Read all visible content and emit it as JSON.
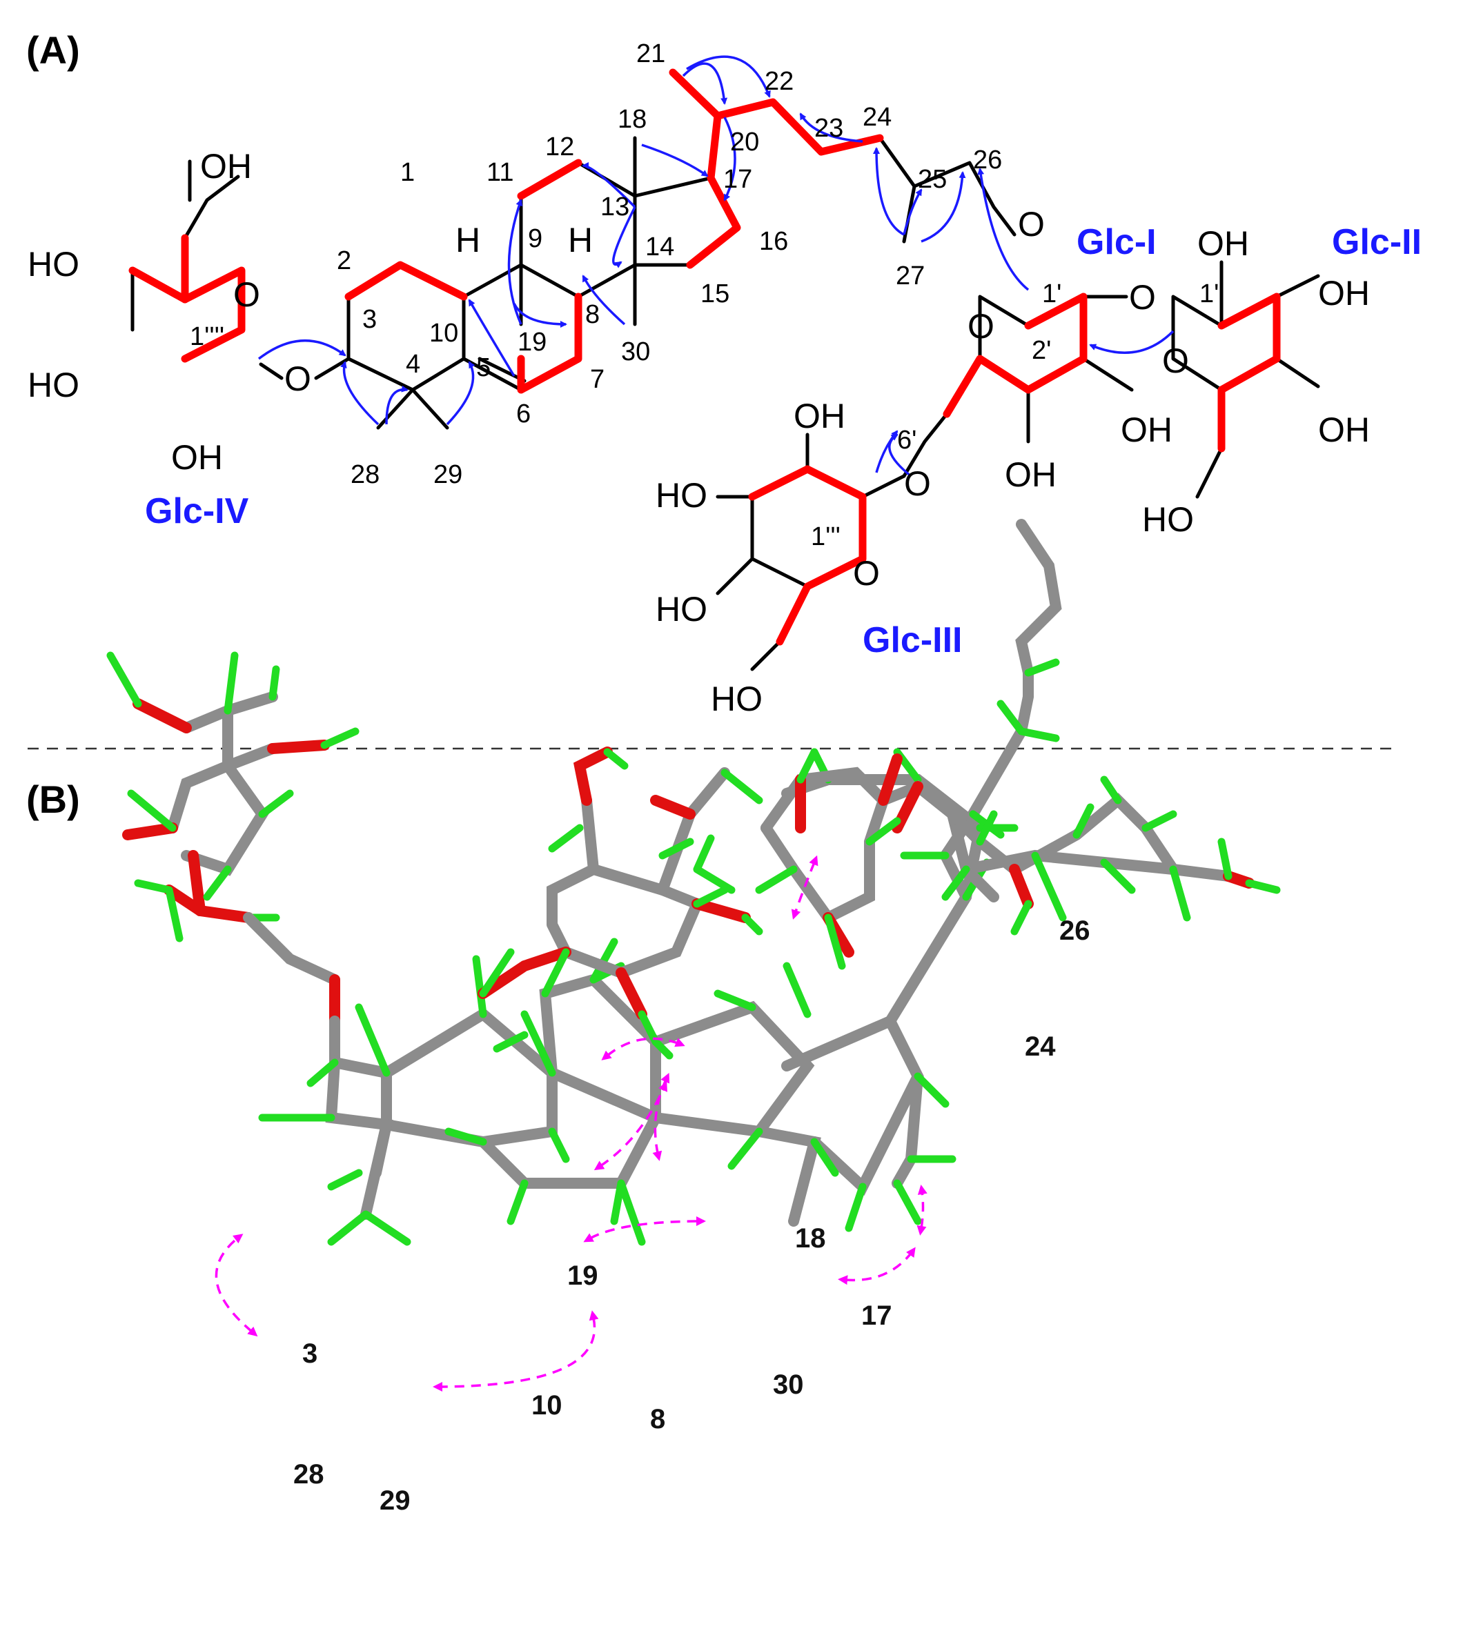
{
  "panels": {
    "a": "(A)",
    "b": "(B)"
  },
  "sugars": {
    "glc1": "Glc-I",
    "glc2": "Glc-II",
    "glc3": "Glc-III",
    "glc4": "Glc-IV"
  },
  "atoms": {
    "OH": "OH",
    "HO": "HO",
    "O": "O",
    "H": "H"
  },
  "numbering_a": [
    "1",
    "2",
    "3",
    "4",
    "5",
    "6",
    "7",
    "8",
    "9",
    "10",
    "11",
    "12",
    "13",
    "14",
    "15",
    "16",
    "17",
    "18",
    "19",
    "20",
    "21",
    "22",
    "23",
    "24",
    "25",
    "26",
    "27",
    "28",
    "29",
    "30",
    "1'",
    "2'",
    "6'",
    "1''",
    "1'''",
    "1''''"
  ],
  "numbering_b": [
    "3",
    "10",
    "8",
    "17",
    "18",
    "19",
    "24",
    "26",
    "28",
    "29",
    "30"
  ],
  "colors": {
    "hmbc_arrow": "#1a1aff",
    "cosy_bond": "#ff0000",
    "noesy_arrow": "#ff00ff",
    "carbon": "#8c8c8c",
    "oxygen": "#e01010",
    "hydrogen": "#22dd22"
  }
}
